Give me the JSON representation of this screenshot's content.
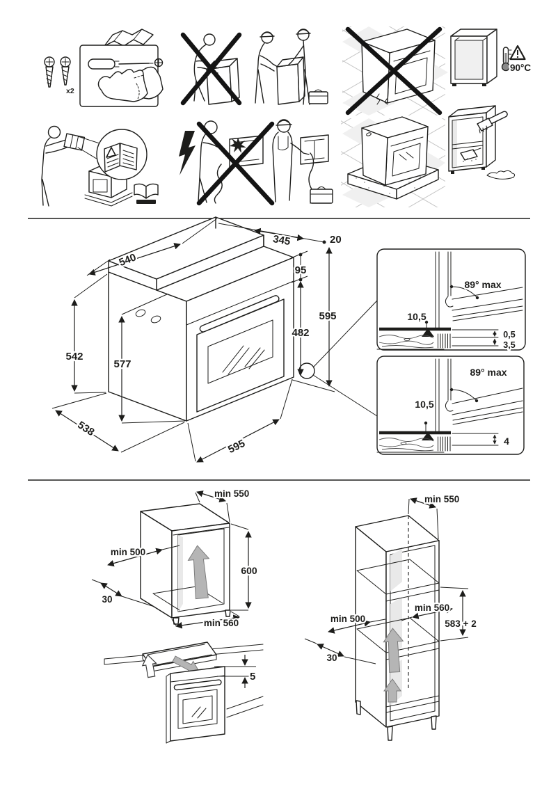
{
  "colors": {
    "line": "#1d1d1b",
    "gray_arrow": "#b5b5b5",
    "panel_shade": "#e9e9e9",
    "tile_grout": "#c4c4c4"
  },
  "safety": {
    "screws_label": "x2",
    "temp_label": "90°C",
    "row1_icons": [
      "fixing-screws-x2",
      "tools-bracket-gloves-kit",
      "no-single-person-lift",
      "two-person-lift",
      "do-not-place-oven-on-floor",
      "cabinet-heat-resistance-90c"
    ],
    "row2_icons": [
      "read-instruction-manual",
      "electric-shock-hazard",
      "no-unqualified-wiring",
      "qualified-electrician",
      "place-oven-on-packaging-base",
      "clean-cabinet-before-installation"
    ]
  },
  "oven": {
    "w_top": "540",
    "d_top": "345",
    "cable_off": "20",
    "cable_drop": "95",
    "h_right": "595",
    "h_front": "482",
    "h_side": "542",
    "h_body": "577",
    "d_side": "538",
    "w_front": "595"
  },
  "hinge_upper": {
    "angle": "89° max",
    "clearance": "10,5",
    "gap_a": "0,5",
    "gap_b": "3,5"
  },
  "hinge_lower": {
    "angle": "89° max",
    "clearance": "10,5",
    "gap": "4"
  },
  "base_unit": {
    "top_depth": "min 550",
    "niche_depth": "min 500",
    "rear_gap": "30",
    "niche_height": "600",
    "niche_width": "min 560"
  },
  "hob": {
    "gap": "5"
  },
  "tall_unit": {
    "top_depth": "min 550",
    "niche_width": "min 560",
    "niche_height": "583 + 2",
    "niche_depth": "min 500",
    "rear_gap": "30"
  }
}
